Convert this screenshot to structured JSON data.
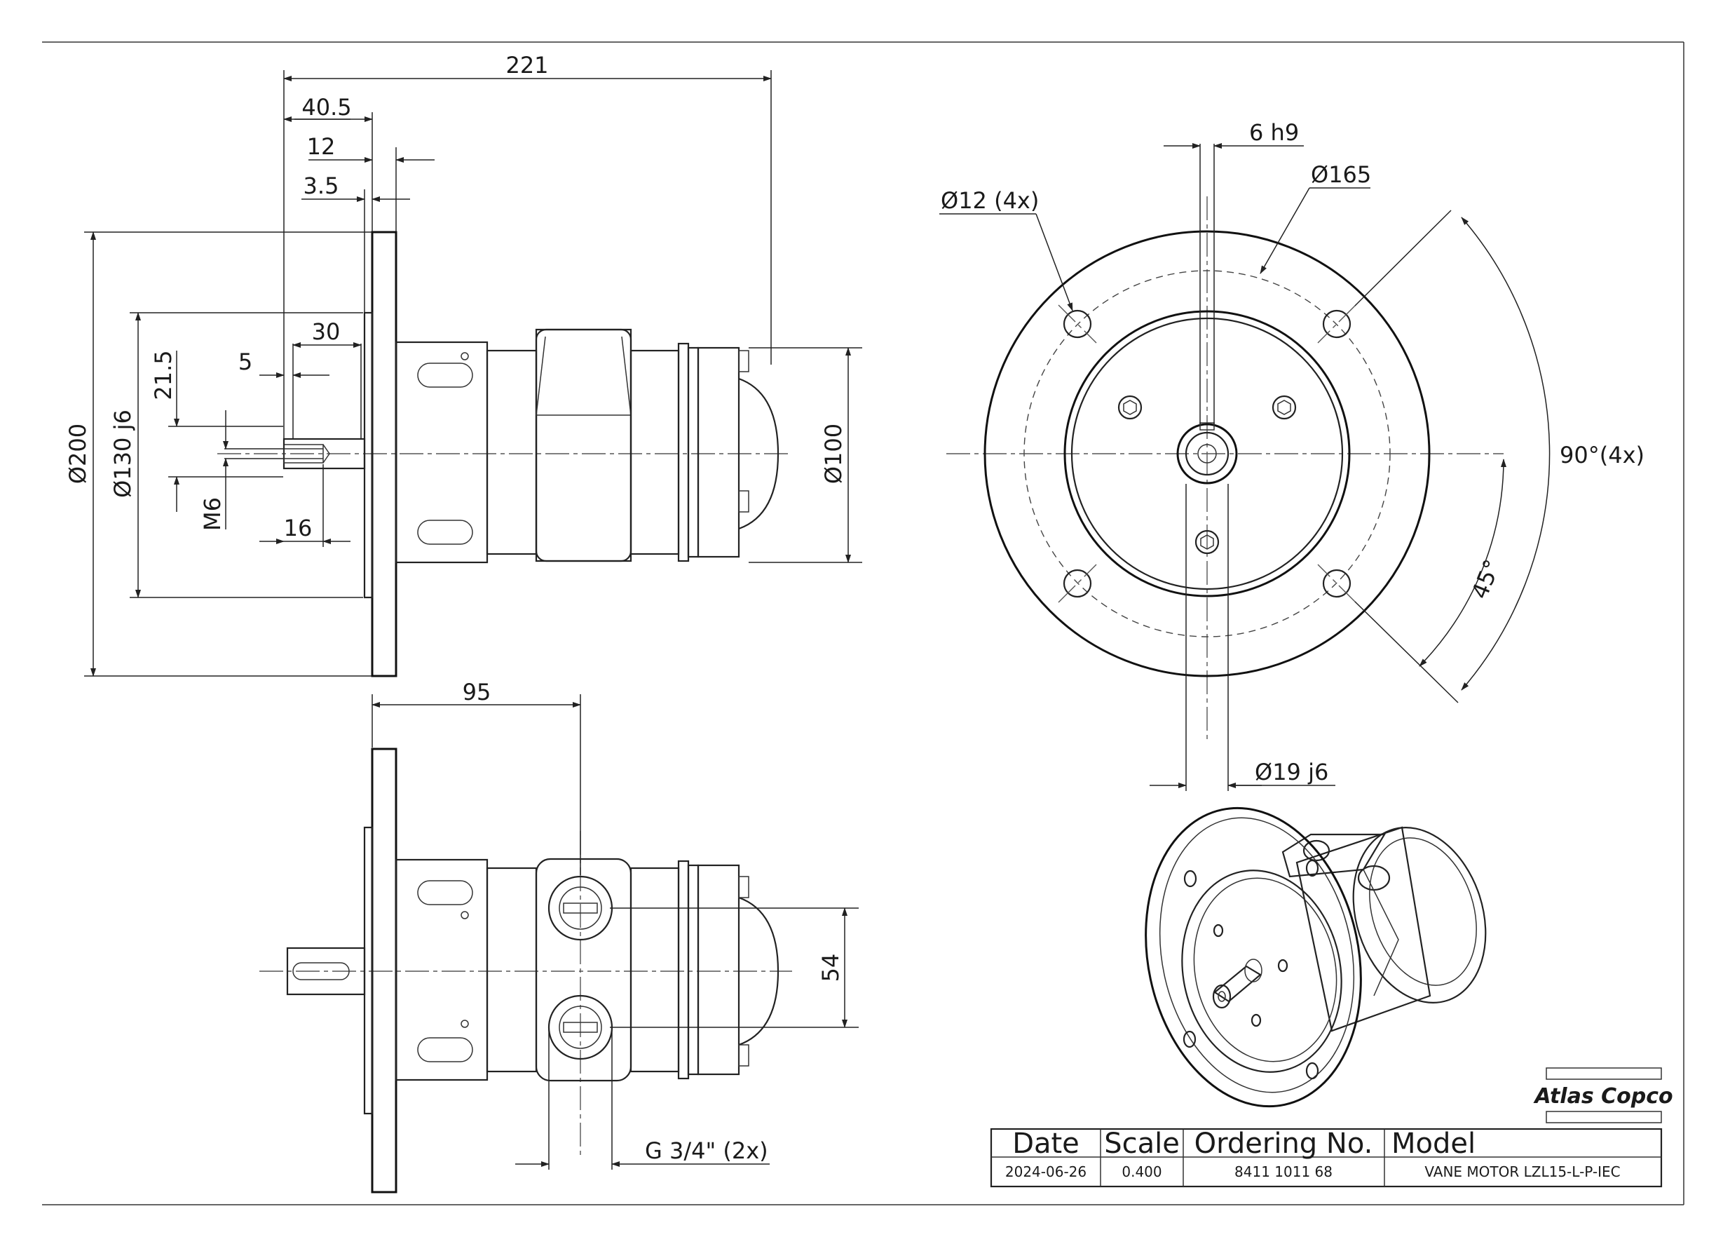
{
  "dimensions": {
    "overall_length": "221",
    "flange_to_shoulder": "40.5",
    "flange_thickness": "12",
    "spigot": "3.5",
    "keyway_length": "30",
    "key_offset": "5",
    "key_height": "21.5",
    "flange_dia": "Ø200",
    "spigot_dia": "Ø130 j6",
    "thread": "M6",
    "thread_depth": "16",
    "body_dia": "Ø100",
    "port_offset": "95",
    "port_spacing": "54",
    "port_thread": "G 3/4\" (2x)",
    "key_width": "6 h9",
    "bolt_circle": "Ø165",
    "bolt_holes": "Ø12 (4x)",
    "angle_spacing": "90°(4x)",
    "angle_offset": "45°",
    "shaft_dia": "Ø19 j6"
  },
  "brand": {
    "name": "Atlas Copco"
  },
  "title_block": {
    "headers": {
      "date": "Date",
      "scale": "Scale",
      "ordering": "Ordering No.",
      "model": "Model"
    },
    "values": {
      "date": "2024-06-26",
      "scale": "0.400",
      "ordering": "8411 1011 68",
      "model": "VANE MOTOR LZL15-L-P-IEC"
    }
  }
}
